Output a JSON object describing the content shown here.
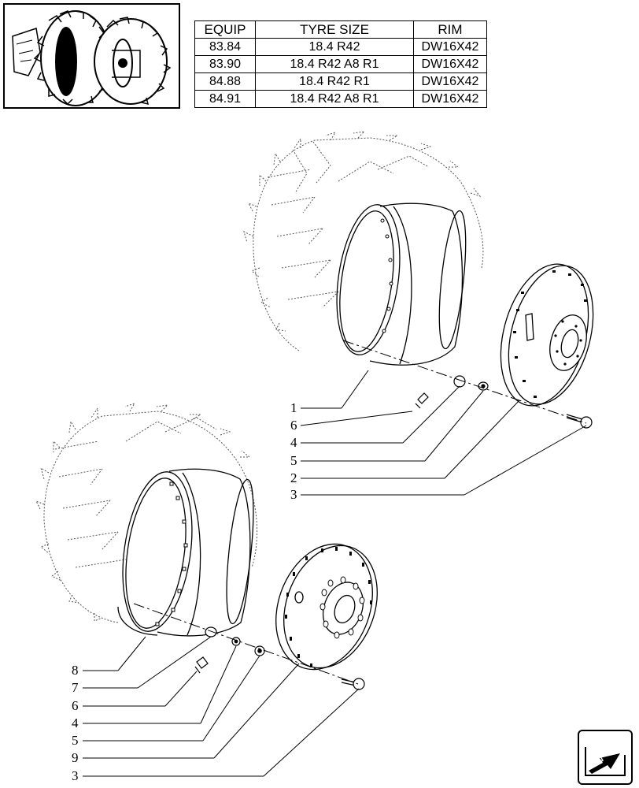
{
  "table": {
    "headers": [
      "EQUIP",
      "TYRE SIZE",
      "RIM"
    ],
    "rows": [
      {
        "equip": "83.84",
        "tyre_size": "18.4 R42",
        "rim": "DW16X42"
      },
      {
        "equip": "83.90",
        "tyre_size": "18.4 R42 A8 R1",
        "rim": "DW16X42"
      },
      {
        "equip": "84.88",
        "tyre_size": "18.4 R42 R1",
        "rim": "DW16X42"
      },
      {
        "equip": "84.91",
        "tyre_size": "18.4 R42 A8 R1",
        "rim": "DW16X42"
      }
    ]
  },
  "callouts": {
    "upper": [
      "1",
      "6",
      "4",
      "5",
      "2",
      "3"
    ],
    "lower": [
      "8",
      "7",
      "6",
      "4",
      "5",
      "9",
      "3"
    ]
  },
  "icons": {
    "thumbnail": "tractor-rear-wheel-icon",
    "nav": "next-page-arrow-icon"
  }
}
